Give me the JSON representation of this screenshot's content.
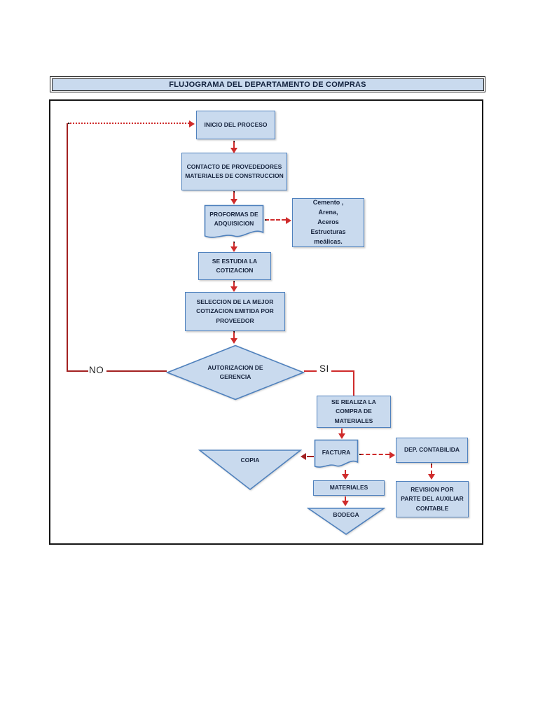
{
  "title": "FLUJOGRAMA DEL DEPARTAMENTO DE COMPRAS",
  "labels": {
    "no": "NO",
    "si": "SI"
  },
  "nodes": {
    "inicio": "INICIO DEL PROCESO",
    "contacto": "CONTACTO DE PROVEDEDORES\nMATERIALES DE CONSTRUCCION",
    "proformas": "PROFORMAS DE\nADQUISICION",
    "insumos": "Cemento ,\nArena,\nAceros\nEstructuras\nmeálicas.",
    "estudia": "SE ESTUDIA LA\nCOTIZACION",
    "seleccion": "SELECCION DE LA MEJOR\nCOTIZACION EMITIDA POR\nPROVEEDOR",
    "autorizacion": "AUTORIZACION DE\nGERENCIA",
    "compra": "SE REALIZA LA\nCOMPRA DE\nMATERIALES",
    "factura": "FACTURA",
    "copia": "COPIA",
    "dep_contabilidad": "DEP. CONTABILIDA",
    "materiales": "MATERIALES",
    "bodega": "BODEGA",
    "revision": "REVISION POR\nPARTE DEL AUXILIAR\nCONTABLE"
  },
  "colors": {
    "node_fill": "#c9daee",
    "node_border": "#4f81bd",
    "arrow_red": "#cf2b2b",
    "arrow_dark_red": "#a32121",
    "text": "#18253f"
  }
}
